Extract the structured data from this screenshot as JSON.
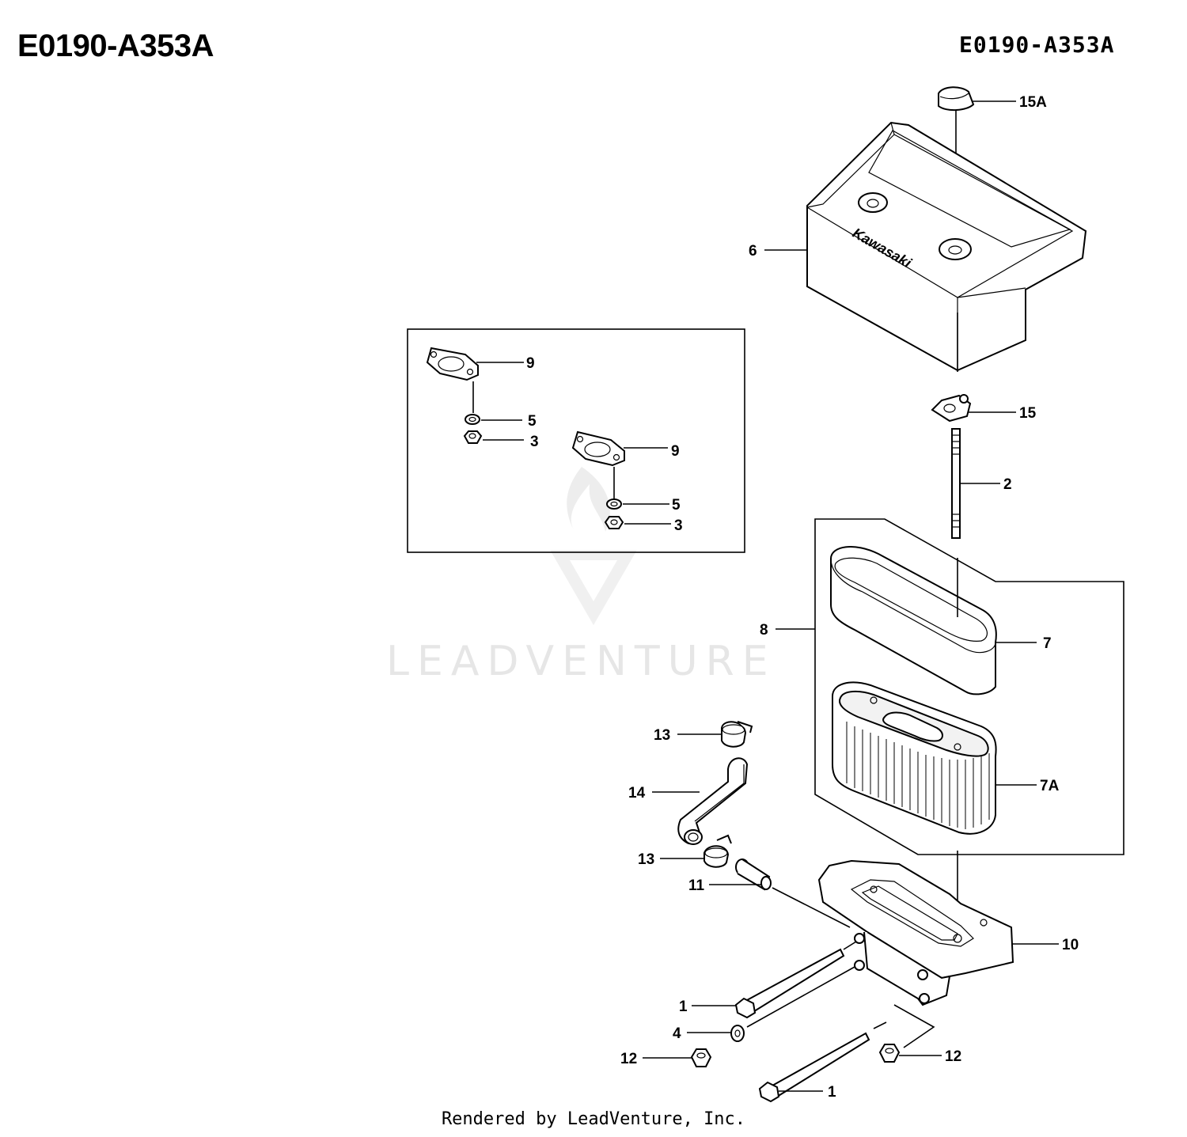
{
  "header": {
    "title_left": "E0190-A353A",
    "title_right": "E0190-A353A"
  },
  "watermark": {
    "text": "LEADVENTURE",
    "icon": "leadventure-flame-logo"
  },
  "footer": {
    "text": "Rendered by LeadVenture, Inc."
  },
  "logo_text": "Kawasaki",
  "callouts": {
    "c15A": "15A",
    "c6": "6",
    "c15": "15",
    "c2": "2",
    "c8": "8",
    "c7": "7",
    "c7A": "7A",
    "c10": "10",
    "c13a": "13",
    "c14": "14",
    "c13b": "13",
    "c11": "11",
    "c1a": "1",
    "c4": "4",
    "c12a": "12",
    "c12b": "12",
    "c1b": "1",
    "inset_c9a": "9",
    "inset_c5a": "5",
    "inset_c3a": "3",
    "inset_c9b": "9",
    "inset_c5b": "5",
    "inset_c3b": "3"
  }
}
